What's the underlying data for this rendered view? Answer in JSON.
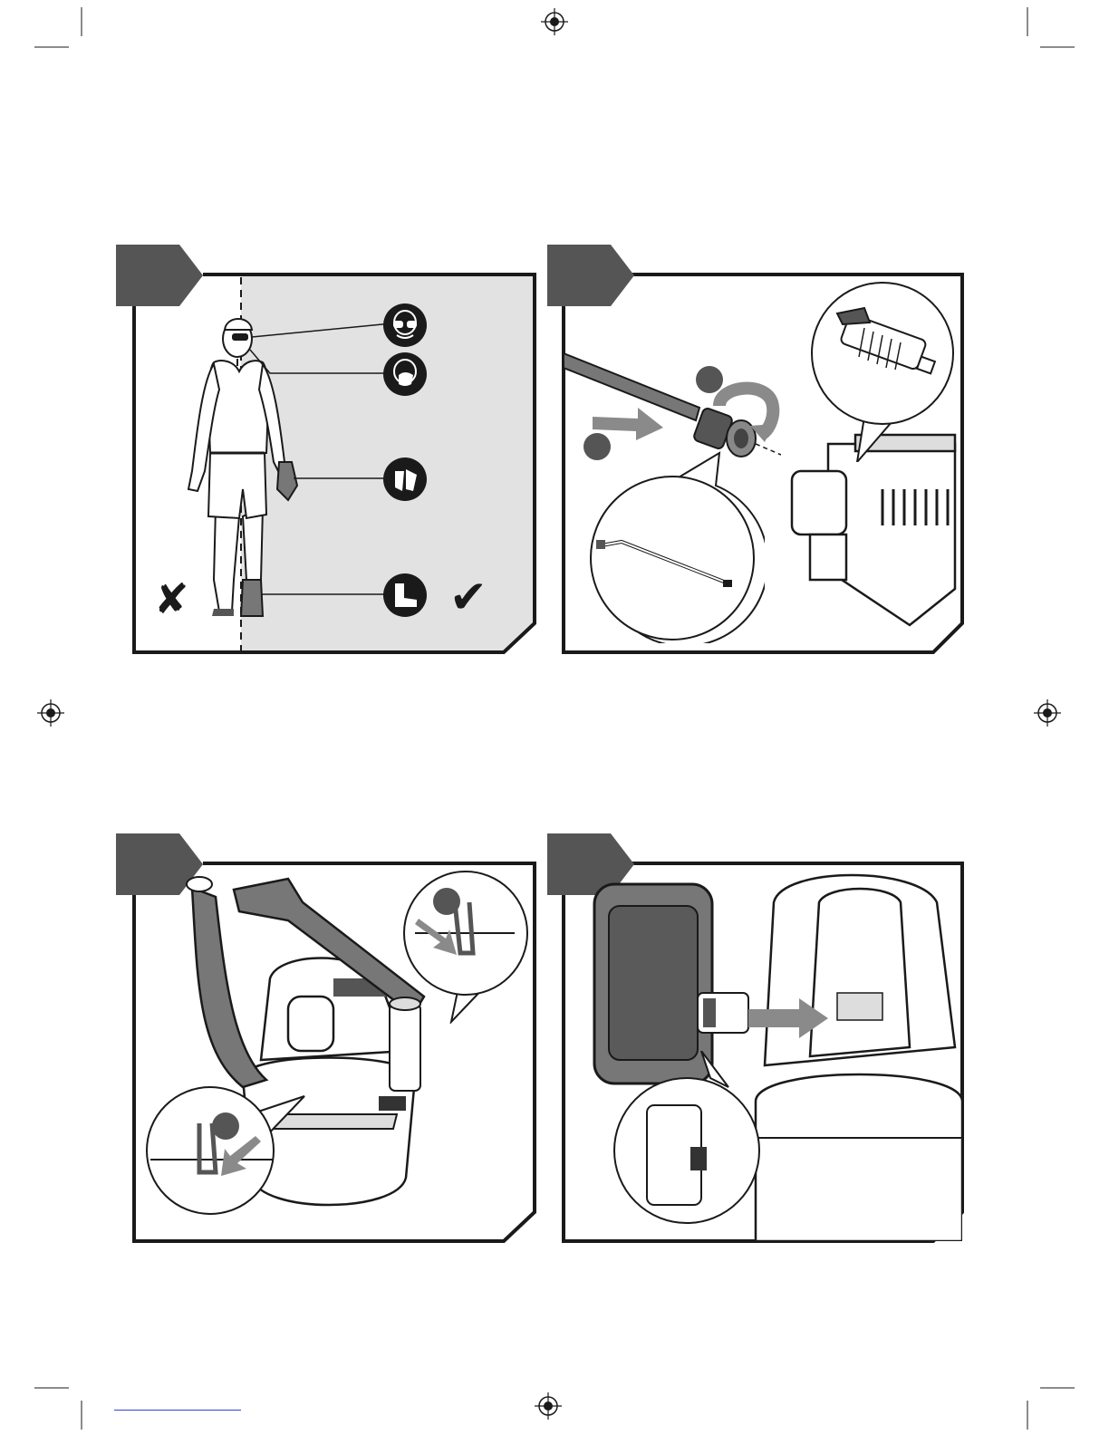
{
  "colors": {
    "ink": "#1a1a1a",
    "tab": "#555555",
    "shade": "#e2e2e2",
    "arrow": "#8a8a8a",
    "footer_link": "#3344cc"
  },
  "page": {
    "registration_marks": [
      "reg-mark-top",
      "reg-mark-left",
      "reg-mark-right",
      "reg-mark-bottom"
    ]
  },
  "panels": [
    {
      "id": "ppe",
      "tab_label": "",
      "ppe_icons": [
        "safety-goggles-icon",
        "dust-mask-icon",
        "gloves-icon",
        "safety-boots-icon"
      ],
      "marks": {
        "wrong": "✘",
        "correct": "✔"
      }
    },
    {
      "id": "lance",
      "tab_label": "",
      "step_badges": [
        "",
        ""
      ],
      "callouts": [
        "spray-lance-callout",
        "nozzle-callout"
      ]
    },
    {
      "id": "strap",
      "tab_label": "",
      "step_badges": [
        "",
        ""
      ],
      "callouts": [
        "upper-clip-callout",
        "lower-clip-callout"
      ]
    },
    {
      "id": "battery",
      "tab_label": "",
      "callouts": [
        "battery-release-callout"
      ]
    }
  ]
}
